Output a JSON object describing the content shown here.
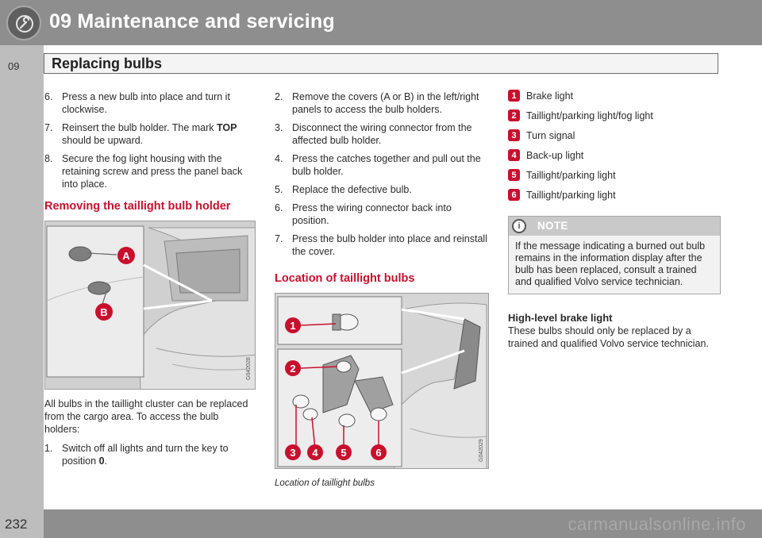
{
  "header": {
    "title": "09 Maintenance and servicing"
  },
  "side": {
    "chapter": "09"
  },
  "subheader": {
    "title": "Replacing bulbs"
  },
  "footer": {
    "page": "232",
    "watermark": "carmanualsonline.info"
  },
  "col1": {
    "steps": [
      {
        "n": "6.",
        "t": "Press a new bulb into place and turn it clockwise."
      },
      {
        "n": "7.",
        "t_pre": "Reinsert the bulb holder. The mark ",
        "t_bold": "TOP",
        "t_post": " should be upward."
      },
      {
        "n": "8.",
        "t": "Secure the fog light housing with the retaining screw and press the panel back into place."
      }
    ],
    "heading": "Removing the taillight bulb holder",
    "figure": {
      "code": "G042028",
      "labels": [
        "A",
        "B"
      ]
    },
    "para": "All bulbs in the taillight cluster can be replaced from the cargo area. To access the bulb holders:",
    "step1": {
      "n": "1.",
      "t_pre": "Switch off all lights and turn the key to position ",
      "t_bold": "0",
      "t_post": "."
    }
  },
  "col2": {
    "steps": [
      {
        "n": "2.",
        "t": "Remove the covers (A or B) in the left/right panels to access the bulb holders."
      },
      {
        "n": "3.",
        "t": "Disconnect the wiring connector from the affected bulb holder."
      },
      {
        "n": "4.",
        "t": "Press the catches together and pull out the bulb holder."
      },
      {
        "n": "5.",
        "t": "Replace the defective bulb."
      },
      {
        "n": "6.",
        "t": "Press the wiring connector back into position."
      },
      {
        "n": "7.",
        "t": "Press the bulb holder into place and reinstall the cover."
      }
    ],
    "heading": "Location of taillight bulbs",
    "figure": {
      "code": "G042029",
      "labels": [
        "1",
        "2",
        "3",
        "4",
        "5",
        "6"
      ]
    },
    "caption": "Location of taillight bulbs"
  },
  "col3": {
    "legend": [
      {
        "num": "1",
        "label": "Brake light"
      },
      {
        "num": "2",
        "label": "Taillight/parking light/fog light"
      },
      {
        "num": "3",
        "label": "Turn signal"
      },
      {
        "num": "4",
        "label": "Back-up light"
      },
      {
        "num": "5",
        "label": "Taillight/parking light"
      },
      {
        "num": "6",
        "label": "Taillight/parking light"
      }
    ],
    "note": {
      "label": "NOTE",
      "icon": "info-icon",
      "text": "If the message indicating a burned out bulb remains in the information display after the bulb has been replaced, consult a trained and qualified Volvo service technician."
    },
    "subheading": "High-level brake light",
    "para": "These bulbs should only be replaced by a trained and qualified Volvo service technician."
  },
  "colors": {
    "accent": "#c8102e",
    "header": "#8e8e8e",
    "strip": "#bdbdbd"
  }
}
